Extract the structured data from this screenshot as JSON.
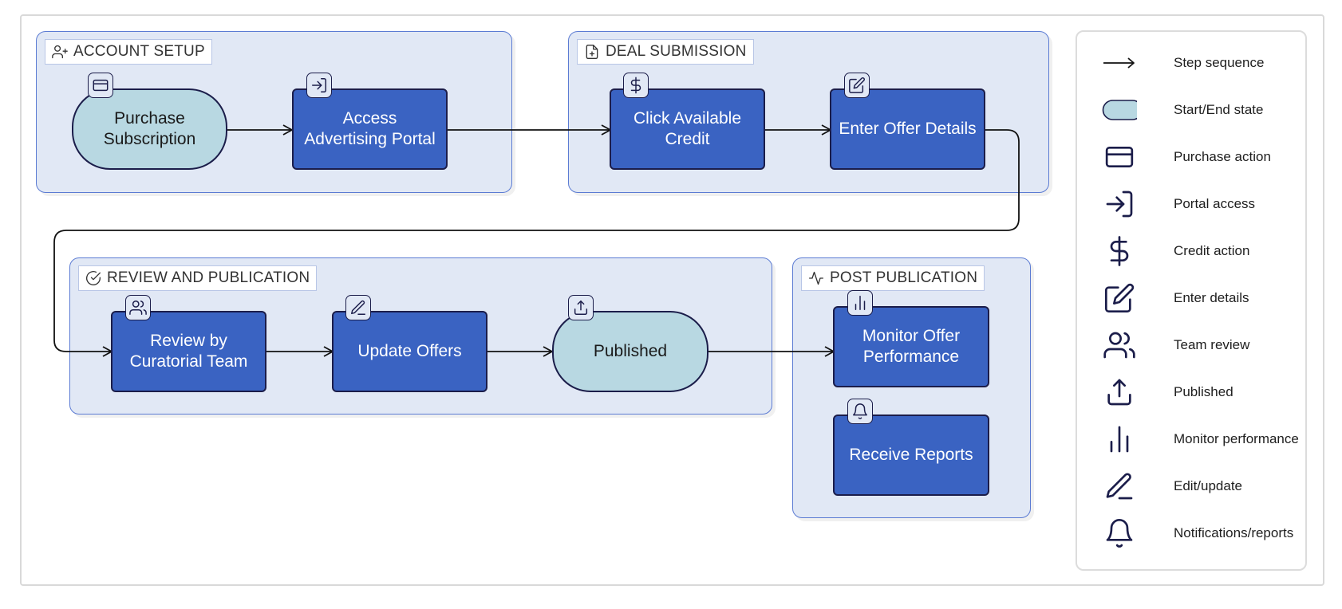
{
  "groups": {
    "account_setup": {
      "title": "ACCOUNT SETUP",
      "icon": "user-plus-icon"
    },
    "deal_submission": {
      "title": "DEAL SUBMISSION",
      "icon": "file-plus-icon"
    },
    "review_publication": {
      "title": "REVIEW AND PUBLICATION",
      "icon": "check-circle-icon"
    },
    "post_publication": {
      "title": "POST PUBLICATION",
      "icon": "activity-icon"
    }
  },
  "nodes": {
    "purchase_subscription": {
      "label": "Purchase Subscription",
      "icon": "credit-card-icon",
      "shape": "terminal"
    },
    "access_portal": {
      "label": "Access Advertising Portal",
      "icon": "log-in-icon",
      "shape": "process"
    },
    "click_credit": {
      "label": "Click Available Credit",
      "icon": "dollar-sign-icon",
      "shape": "process"
    },
    "enter_offer": {
      "label": "Enter Offer Details",
      "icon": "edit-icon",
      "shape": "process"
    },
    "review_curatorial": {
      "label": "Review by Curatorial Team",
      "icon": "users-icon",
      "shape": "process"
    },
    "update_offers": {
      "label": "Update Offers",
      "icon": "pen-icon",
      "shape": "process"
    },
    "published": {
      "label": "Published",
      "icon": "upload-icon",
      "shape": "terminal"
    },
    "monitor_offer": {
      "label": "Monitor Offer Performance",
      "icon": "bar-chart-icon",
      "shape": "process"
    },
    "receive_reports": {
      "label": "Receive Reports",
      "icon": "bell-icon",
      "shape": "process"
    }
  },
  "legend": {
    "items": [
      {
        "label": "Step sequence",
        "icon": "arrow-right-icon"
      },
      {
        "label": "Start/End state",
        "icon": "terminal-shape-icon"
      },
      {
        "label": "Purchase action",
        "icon": "credit-card-icon"
      },
      {
        "label": "Portal access",
        "icon": "log-in-icon"
      },
      {
        "label": "Credit action",
        "icon": "dollar-sign-icon"
      },
      {
        "label": "Enter details",
        "icon": "edit-icon"
      },
      {
        "label": "Team review",
        "icon": "users-icon"
      },
      {
        "label": "Published",
        "icon": "upload-icon"
      },
      {
        "label": "Monitor performance",
        "icon": "bar-chart-icon"
      },
      {
        "label": "Edit/update",
        "icon": "pen-icon"
      },
      {
        "label": "Notifications/reports",
        "icon": "bell-icon"
      }
    ]
  },
  "colors": {
    "group_fill": "#e1e8f5",
    "group_border": "#5b7bd3",
    "process_fill": "#3a63c2",
    "terminal_fill": "#b8d8e2",
    "node_border": "#1b1d4a"
  }
}
